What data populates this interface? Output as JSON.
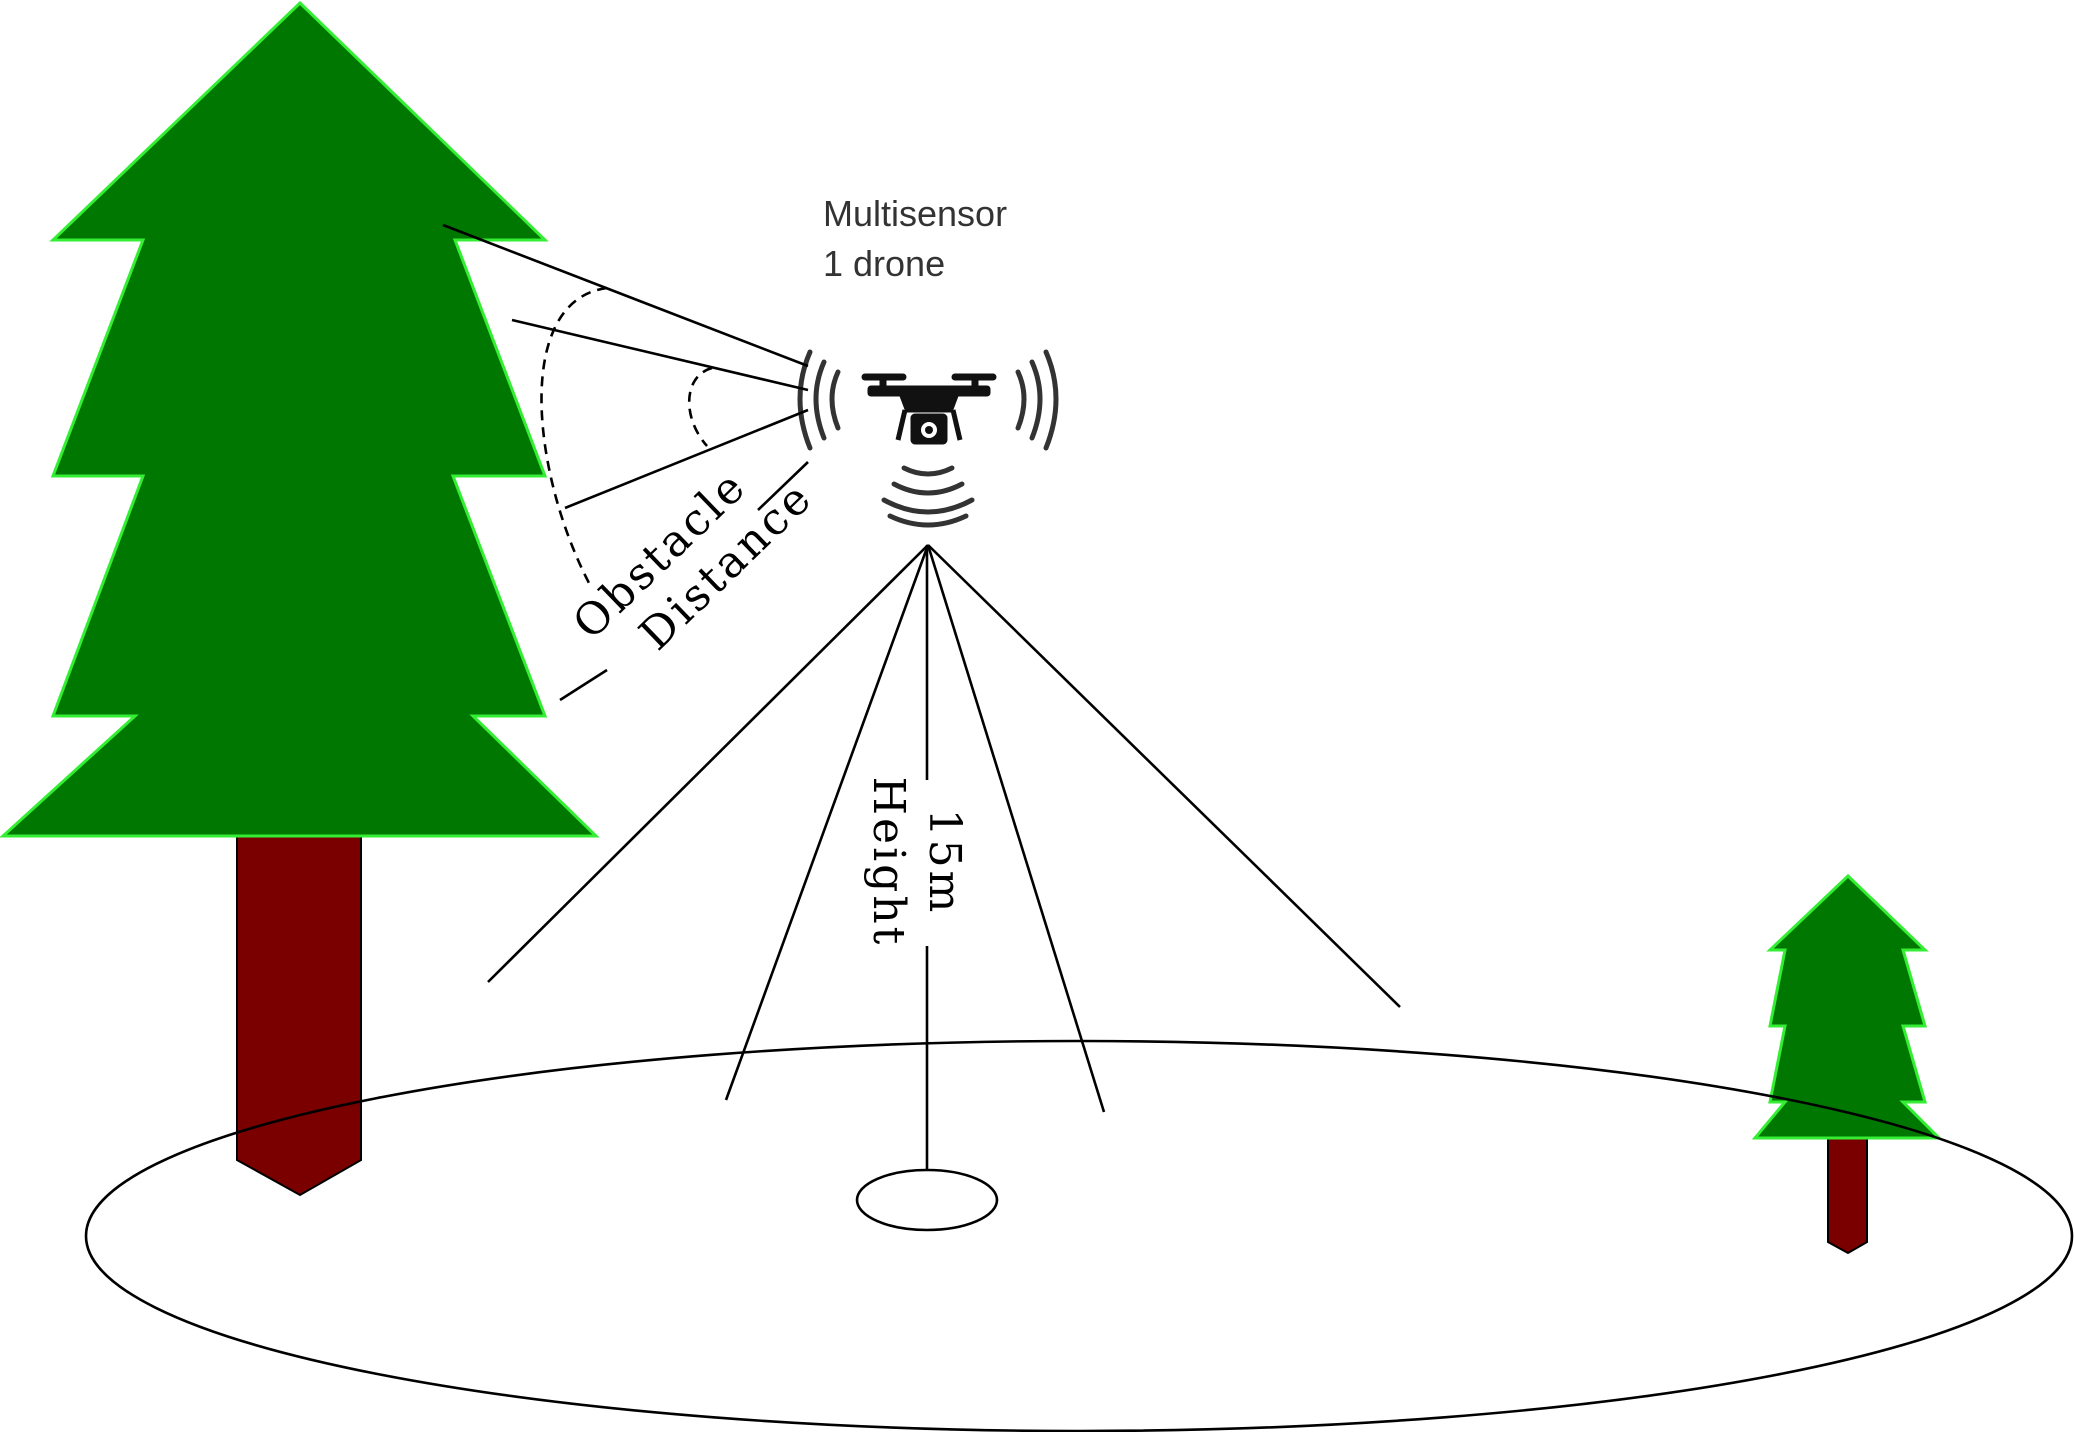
{
  "drone": {
    "label_line1": "Multisensor",
    "label_line2": "1 drone"
  },
  "obstacle_label": {
    "line1": "Obstacle",
    "line2": "Distance"
  },
  "height_label": {
    "line1": "15m",
    "line2": "Height"
  },
  "icons": {
    "drone": "drone-icon",
    "sensor_waves": "signal-waves-icon"
  },
  "colors": {
    "tree_foliage": "#007700",
    "tree_outline": "#33ee33",
    "tree_trunk": "#7a0000",
    "lines": "#000000",
    "background": "#ffffff"
  }
}
